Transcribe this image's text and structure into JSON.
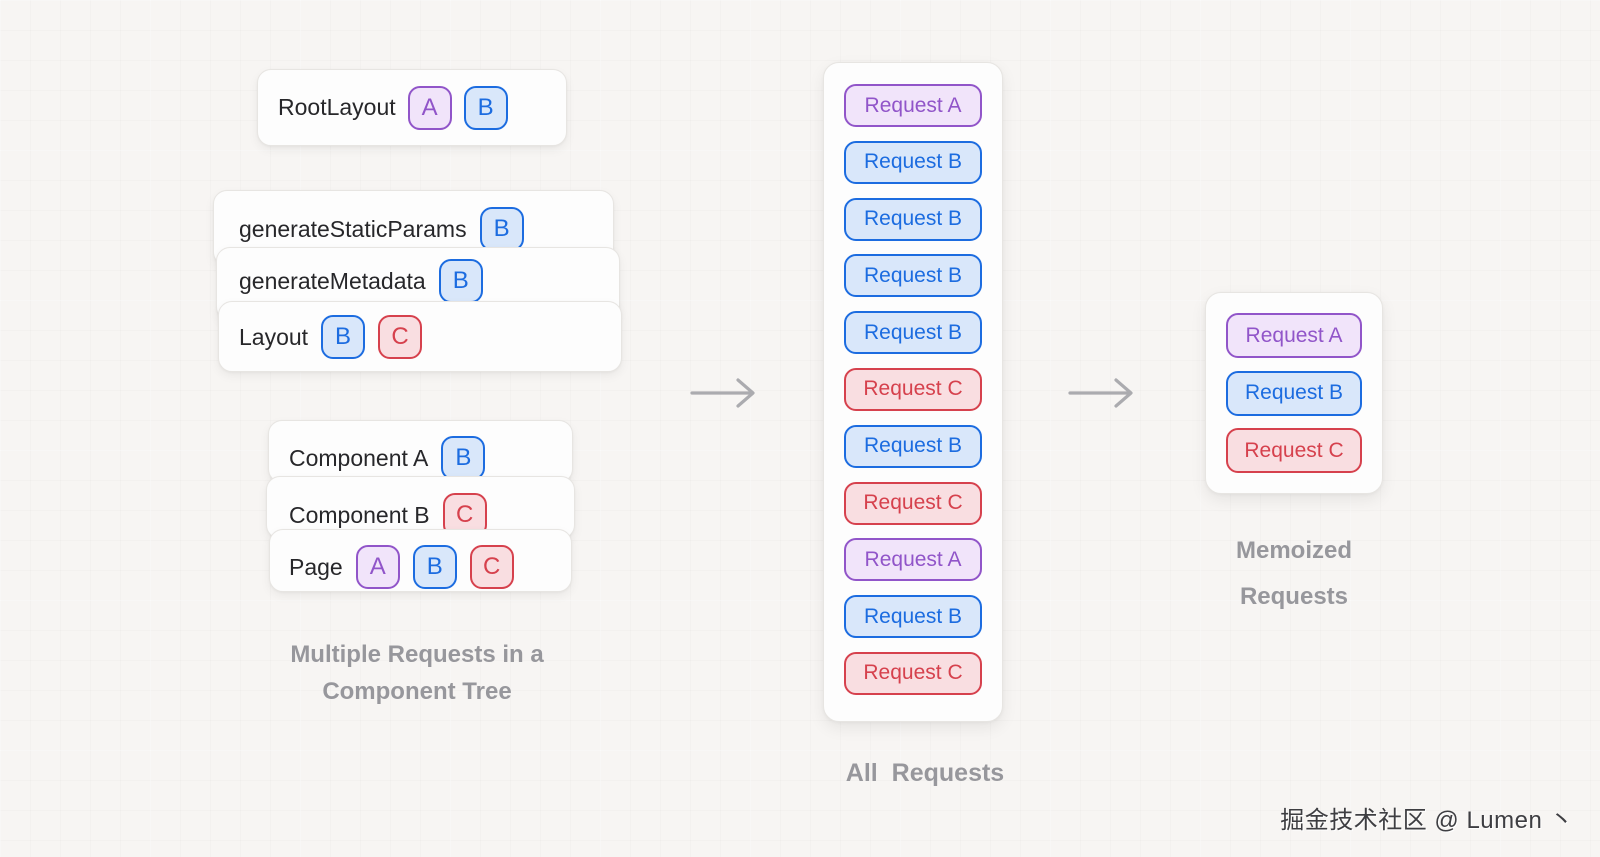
{
  "tree": {
    "root": {
      "label": "RootLayout",
      "badges": [
        "A",
        "B"
      ]
    },
    "stack1": [
      {
        "label": "generateStaticParams",
        "badges": [
          "B"
        ]
      },
      {
        "label": "generateMetadata",
        "badges": [
          "B"
        ]
      },
      {
        "label": "Layout",
        "badges": [
          "B",
          "C"
        ]
      }
    ],
    "stack2": [
      {
        "label": "Component A",
        "badges": [
          "B"
        ]
      },
      {
        "label": "Component B",
        "badges": [
          "C"
        ]
      },
      {
        "label": "Page",
        "badges": [
          "A",
          "B",
          "C"
        ]
      }
    ],
    "caption": {
      "line1": "Multiple Requests in a",
      "line2": "Component Tree"
    }
  },
  "all_requests": {
    "items": [
      "Request A",
      "Request B",
      "Request B",
      "Request B",
      "Request B",
      "Request C",
      "Request B",
      "Request C",
      "Request A",
      "Request B",
      "Request C"
    ],
    "caption": "All Requests"
  },
  "memoized": {
    "items": [
      "Request A",
      "Request B",
      "Request C"
    ],
    "caption": {
      "line1": "Memoized",
      "line2": "Requests"
    }
  },
  "watermark": "掘金技术社区 @ Lumen 丶",
  "colors": {
    "purple": "#9155c9",
    "purple_bg": "#f1e4fa",
    "blue": "#1c6ce0",
    "blue_bg": "#d9e7fa",
    "red": "#d6414d",
    "red_bg": "#f9dee1",
    "caption_gray": "#97979c",
    "arrow_gray": "#ababaf"
  }
}
